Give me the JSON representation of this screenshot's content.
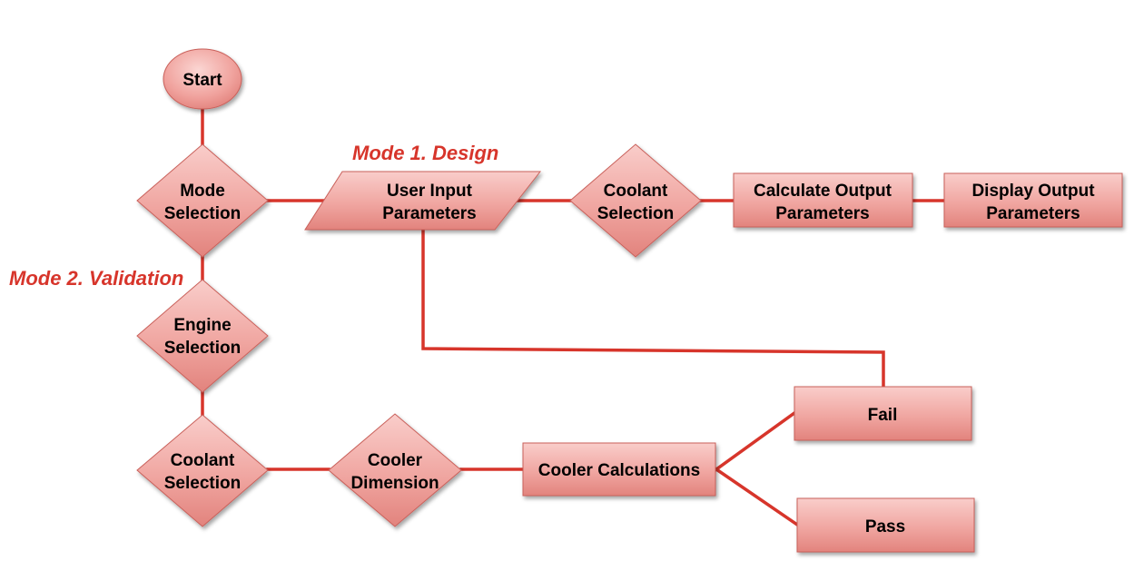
{
  "colors": {
    "connector": "#d7352b",
    "node_fill_light": "#f7c3c0",
    "node_fill_dark": "#e2837d",
    "node_stroke": "#c9605a",
    "mode_label": "#d7352b"
  },
  "mode_labels": {
    "design": "Mode 1. Design",
    "validation": "Mode 2. Validation"
  },
  "nodes": {
    "start": {
      "lines": [
        "Start"
      ]
    },
    "mode_selection": {
      "lines": [
        "Mode",
        "Selection"
      ]
    },
    "user_input": {
      "lines": [
        "User Input",
        "Parameters"
      ]
    },
    "coolant_selection_1": {
      "lines": [
        "Coolant",
        "Selection"
      ]
    },
    "calculate_output": {
      "lines": [
        "Calculate Output",
        "Parameters"
      ]
    },
    "display_output": {
      "lines": [
        "Display Output",
        "Parameters"
      ]
    },
    "engine_selection": {
      "lines": [
        "Engine",
        "Selection"
      ]
    },
    "coolant_selection_2": {
      "lines": [
        "Coolant",
        "Selection"
      ]
    },
    "cooler_dimension": {
      "lines": [
        "Cooler",
        "Dimension"
      ]
    },
    "cooler_calculations": {
      "lines": [
        "Cooler Calculations"
      ]
    },
    "fail": {
      "lines": [
        "Fail"
      ]
    },
    "pass": {
      "lines": [
        "Pass"
      ]
    }
  }
}
